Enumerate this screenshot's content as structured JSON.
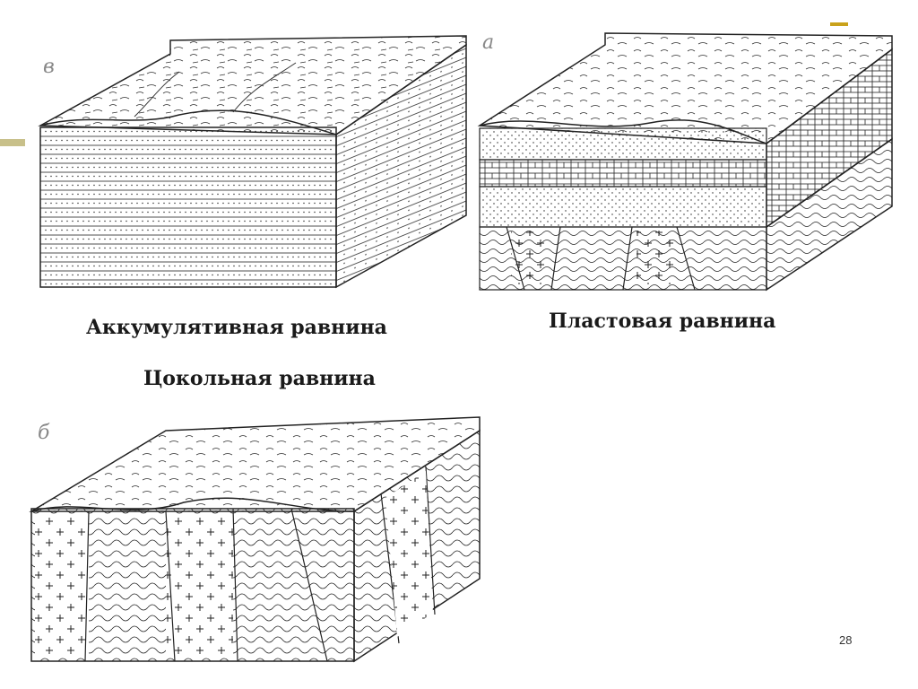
{
  "panels": {
    "accumulative": {
      "letter": "в"
    },
    "stratal": {
      "letter": "а"
    },
    "basement": {
      "letter": "б"
    }
  },
  "captions": {
    "accumulative": "Аккумулятивная равнина",
    "stratal": "Пластовая равнина",
    "basement": "Цокольная равнина"
  },
  "slide_number": "28",
  "colors": {
    "accent_left": "#c8c08a",
    "accent_right": "#c9a21b",
    "ink": "#222222"
  }
}
